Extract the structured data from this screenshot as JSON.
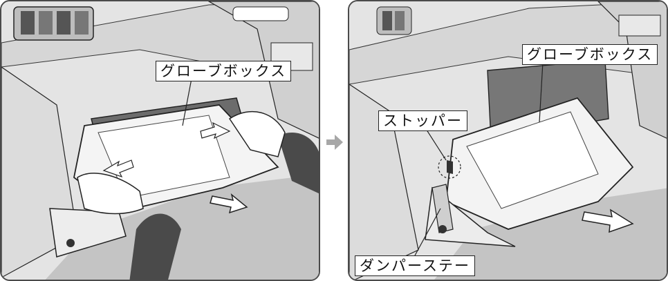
{
  "panels": [
    {
      "id": "before",
      "labels": {
        "glove_box": "グローブボックス"
      }
    },
    {
      "id": "after",
      "labels": {
        "glove_box": "グローブボックス",
        "stopper": "ストッパー",
        "damper_stay": "ダンパーステー"
      }
    }
  ],
  "colors": {
    "dash": "#e6e6e6",
    "dash_dark": "#cfcfcf",
    "floor": "#bdbdbd",
    "sleeve": "#4a4a4a",
    "outline": "#222222",
    "step_arrow": "#a7a7a7"
  },
  "icons": [
    "step-arrow-icon",
    "push-arrow-icon",
    "pull-arrow-icon"
  ]
}
